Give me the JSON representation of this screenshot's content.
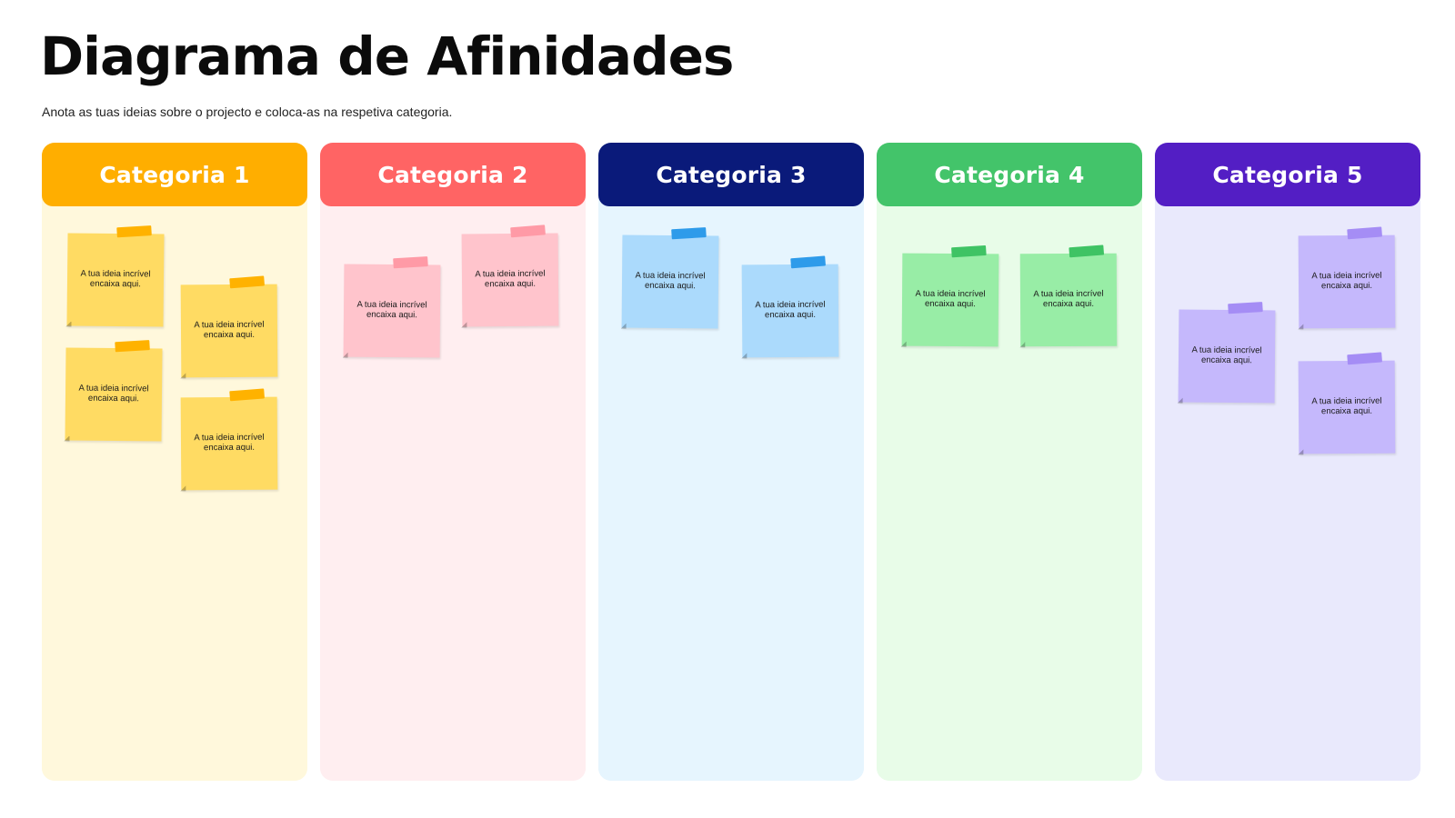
{
  "title": "Diagrama de Afinidades",
  "subtitle": "Anota as tuas ideias sobre o projecto e coloca-as na respetiva categoria.",
  "note_text": "A tua ideia incrível encaixa aqui.",
  "columns": [
    {
      "label": "Categoria 1",
      "colors": {
        "header": "#FFAE00",
        "body": "#FFF8DC",
        "note": "#FFDB63",
        "tape": "#FFB200"
      },
      "notes": [
        {
          "text": "A tua ideia incrível encaixa aqui."
        },
        {
          "text": "A tua ideia incrível encaixa aqui."
        },
        {
          "text": "A tua ideia incrível encaixa aqui."
        },
        {
          "text": "A tua ideia incrível encaixa aqui."
        }
      ]
    },
    {
      "label": "Categoria 2",
      "colors": {
        "header": "#FF6464",
        "body": "#FFEEF0",
        "note": "#FFC4CC",
        "tape": "#FF9AA6"
      },
      "notes": [
        {
          "text": "A tua ideia incrível encaixa aqui."
        },
        {
          "text": "A tua ideia incrível encaixa aqui."
        }
      ]
    },
    {
      "label": "Categoria 3",
      "colors": {
        "header": "#0A1A7A",
        "body": "#E6F5FE",
        "note": "#ABDAFC",
        "tape": "#2E9BEA"
      },
      "notes": [
        {
          "text": "A tua ideia incrível encaixa aqui."
        },
        {
          "text": "A tua ideia incrível encaixa aqui."
        }
      ]
    },
    {
      "label": "Categoria 4",
      "colors": {
        "header": "#43C46A",
        "body": "#E8FCE8",
        "note": "#98EDA6",
        "tape": "#3FC364"
      },
      "notes": [
        {
          "text": "A tua ideia incrível encaixa aqui."
        },
        {
          "text": "A tua ideia incrível encaixa aqui."
        }
      ]
    },
    {
      "label": "Categoria 5",
      "colors": {
        "header": "#531EC4",
        "body": "#E9E9FC",
        "note": "#C5B8FC",
        "tape": "#A58DF5"
      },
      "notes": [
        {
          "text": "A tua ideia incrível encaixa aqui."
        },
        {
          "text": "A tua ideia incrível encaixa aqui."
        },
        {
          "text": "A tua ideia incrível encaixa aqui."
        }
      ]
    }
  ]
}
